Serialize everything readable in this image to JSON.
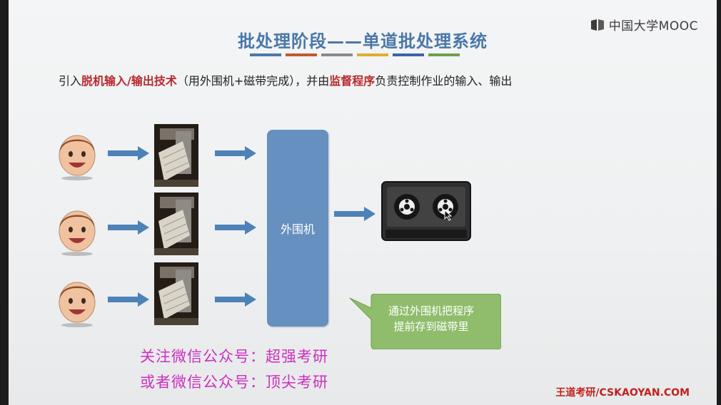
{
  "brand": {
    "logo_text": "中国大学MOOC"
  },
  "slide": {
    "title": "批处理阶段——单道批处理系统",
    "bar_colors": [
      "#4e78a6",
      "#c25b2b",
      "#8a8a8a",
      "#e0ad2e",
      "#3f62a8",
      "#6ea04a"
    ],
    "intro": {
      "t1": "引入",
      "t2": "脱机输入/输出技术",
      "t3": "（用外围机+磁带完成），并由",
      "t4": "监督程序",
      "t5": "负责控制作业的输入、输出"
    },
    "peripheral_label": "外围机",
    "callout": {
      "line1": "通过外围机把程序",
      "line2": "提前存到磁带里"
    },
    "promo": {
      "line1": "关注微信公众号：超强考研",
      "line2": "或者微信公众号：顶尖考研"
    }
  },
  "watermark": "王道考研/CSKAOYAN.COM",
  "colors": {
    "title": "#4a78a8",
    "highlight": "#b8292f",
    "peripheral": "#6690bf",
    "arrow": "#4d82b8",
    "callout": "#8fbd6c",
    "promo": "#cc2fbf",
    "watermark": "#c2201f"
  },
  "icons": [
    "mooc-logo-icon",
    "user-face-icon",
    "right-arrow-icon",
    "card-reader-photo",
    "magnetic-tape-icon",
    "mouse-cursor-icon"
  ]
}
